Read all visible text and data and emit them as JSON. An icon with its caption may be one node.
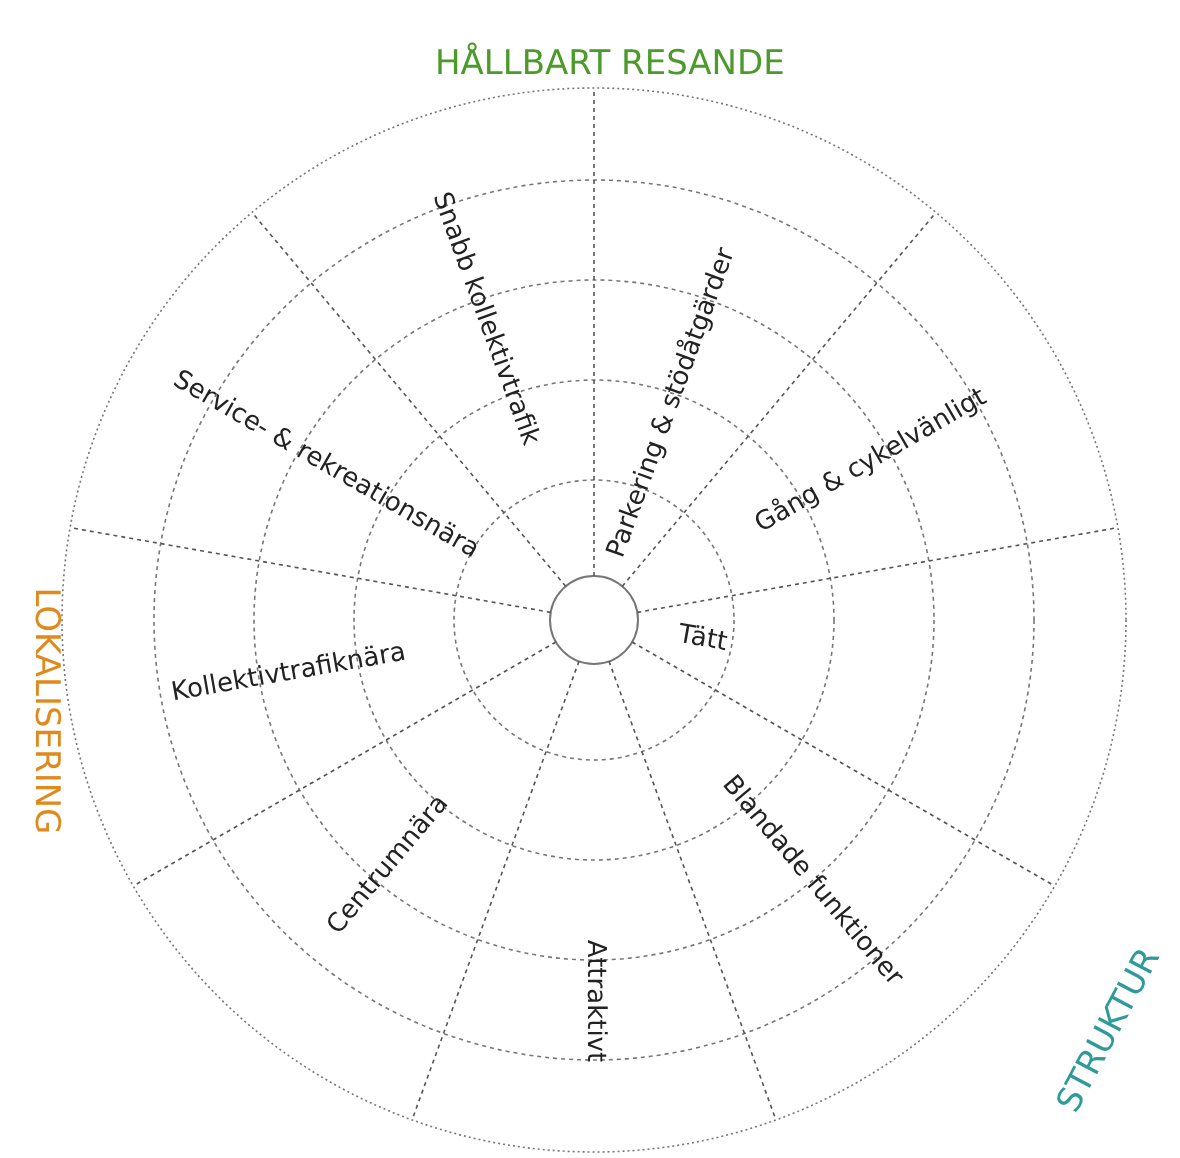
{
  "diagram": {
    "labels": [
      "HÅLLBART RESANDE",
      "LOKALISERING",
      "STRUKTUR",
      "Snabb kollektivtrafik",
      "Parkering & stödåtgärder",
      "Service- & rekreationsnära",
      "Gång & cykelvänligt",
      "Tätt",
      "Kollektivtrafiknära",
      "Centrumnära",
      "Attraktivt",
      "Blandade funktioner"
    ]
  }
}
